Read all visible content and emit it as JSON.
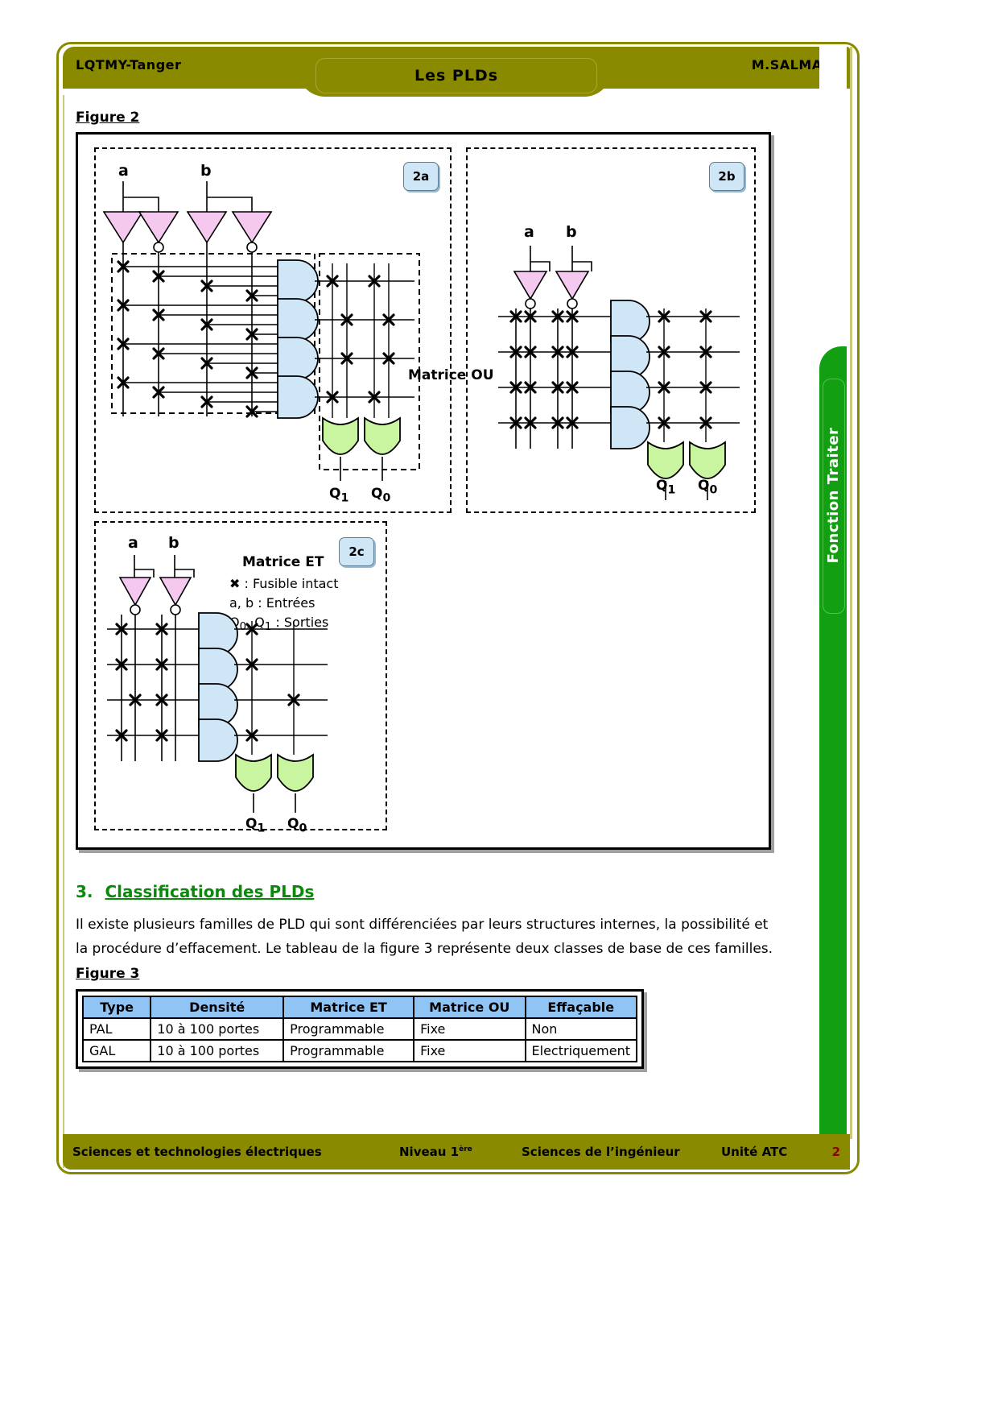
{
  "header": {
    "left": "LQTMY-Tanger",
    "title": "Les PLDs",
    "right": "M.SALMANI"
  },
  "side_tab": {
    "label": "Fonction Traiter"
  },
  "figures": {
    "fig2_label": "Figure 2",
    "fig3_label": "Figure 3",
    "panels": [
      {
        "badge": "2a"
      },
      {
        "badge": "2b"
      },
      {
        "badge": "2c"
      }
    ],
    "matrix_or_label": "Matrice OU",
    "matrix_and_label": "Matrice ET",
    "inputs": {
      "a": "a",
      "b": "b"
    },
    "outputs": {
      "q1": "Q",
      "q1_sub": "1",
      "q0": "Q",
      "q0_sub": "0"
    },
    "legend": [
      "✖ : Fusible intact",
      "a, b : Entrées",
      "Q0, Q1 : Sorties"
    ],
    "legend_parts": {
      "fuse_symbol": "✖",
      "fuse_text": ": Fusible intact",
      "inputs_text": "a, b : Entrées",
      "outputs_text": "Q0, Q1 : Sorties"
    }
  },
  "section3": {
    "number": "3.",
    "title": "Classification des PLDs",
    "paragraph": "Il existe plusieurs familles de PLD qui sont différenciées par leurs structures internes, la possibilité et la procédure d’effacement. Le tableau de la figure 3 représente deux classes de base de ces familles."
  },
  "table": {
    "headers": [
      "Type",
      "Densité",
      "Matrice ET",
      "Matrice OU",
      "Effaçable"
    ],
    "rows": [
      [
        "PAL",
        "10 à 100 portes",
        "Programmable",
        "Fixe",
        "Non"
      ],
      [
        "GAL",
        "10 à 100 portes",
        "Programmable",
        "Fixe",
        "Electriquement"
      ]
    ]
  },
  "footer": {
    "left": "Sciences et technologies électriques",
    "level_prefix": "Niveau 1",
    "level_sup": "ère",
    "mid": "Sciences de l’ingénieur",
    "unit": "Unité ATC",
    "page": "2"
  },
  "colors": {
    "header_olive": "#8a8a00",
    "tab_green": "#12a012",
    "gate_and": "#cfe6f7",
    "gate_or": "#c9f5a0",
    "inverter": "#f5c8f0",
    "section_green": "#0a8a0a",
    "table_header": "#8fc4f5"
  }
}
